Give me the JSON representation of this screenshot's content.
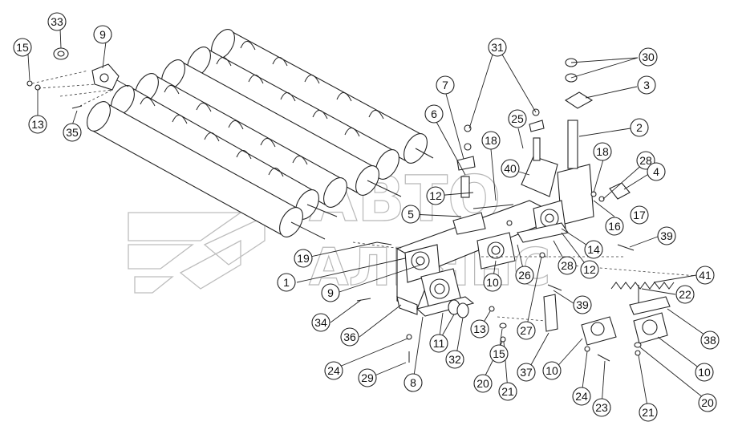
{
  "watermark": {
    "line1": "АВТО",
    "line2": "АЛЬЯНС"
  },
  "callouts": [
    {
      "id": "c33",
      "label": "33"
    },
    {
      "id": "c9a",
      "label": "9"
    },
    {
      "id": "c15a",
      "label": "15"
    },
    {
      "id": "c13a",
      "label": "13"
    },
    {
      "id": "c35",
      "label": "35"
    },
    {
      "id": "c31",
      "label": "31"
    },
    {
      "id": "c30",
      "label": "30"
    },
    {
      "id": "c3",
      "label": "3"
    },
    {
      "id": "c7",
      "label": "7"
    },
    {
      "id": "c6",
      "label": "6"
    },
    {
      "id": "c25",
      "label": "25"
    },
    {
      "id": "c2",
      "label": "2"
    },
    {
      "id": "c18a",
      "label": "18"
    },
    {
      "id": "c18b",
      "label": "18"
    },
    {
      "id": "c28a",
      "label": "28"
    },
    {
      "id": "c4",
      "label": "4"
    },
    {
      "id": "c40",
      "label": "40"
    },
    {
      "id": "c12a",
      "label": "12"
    },
    {
      "id": "c17",
      "label": "17"
    },
    {
      "id": "c16",
      "label": "16"
    },
    {
      "id": "c5",
      "label": "5"
    },
    {
      "id": "c39a",
      "label": "39"
    },
    {
      "id": "c14",
      "label": "14"
    },
    {
      "id": "c28b",
      "label": "28"
    },
    {
      "id": "c12b",
      "label": "12"
    },
    {
      "id": "c19",
      "label": "19"
    },
    {
      "id": "c1",
      "label": "1"
    },
    {
      "id": "c9b",
      "label": "9"
    },
    {
      "id": "c10a",
      "label": "10"
    },
    {
      "id": "c26",
      "label": "26"
    },
    {
      "id": "c41",
      "label": "41"
    },
    {
      "id": "c39b",
      "label": "39"
    },
    {
      "id": "c22",
      "label": "22"
    },
    {
      "id": "c27",
      "label": "27"
    },
    {
      "id": "c34",
      "label": "34"
    },
    {
      "id": "c36",
      "label": "36"
    },
    {
      "id": "c13b",
      "label": "13"
    },
    {
      "id": "c11",
      "label": "11"
    },
    {
      "id": "c15b",
      "label": "15"
    },
    {
      "id": "c38",
      "label": "38"
    },
    {
      "id": "c32",
      "label": "32"
    },
    {
      "id": "c24a",
      "label": "24"
    },
    {
      "id": "c20a",
      "label": "20"
    },
    {
      "id": "c37",
      "label": "37"
    },
    {
      "id": "c10b",
      "label": "10"
    },
    {
      "id": "c10c",
      "label": "10"
    },
    {
      "id": "c29",
      "label": "29"
    },
    {
      "id": "c8",
      "label": "8"
    },
    {
      "id": "c21a",
      "label": "21"
    },
    {
      "id": "c24b",
      "label": "24"
    },
    {
      "id": "c23",
      "label": "23"
    },
    {
      "id": "c20b",
      "label": "20"
    },
    {
      "id": "c21b",
      "label": "21"
    }
  ]
}
